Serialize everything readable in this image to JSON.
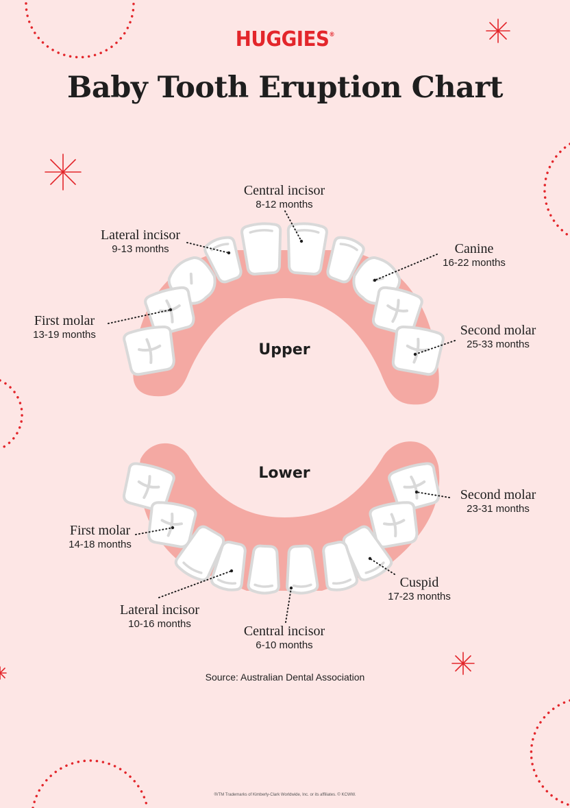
{
  "brand": {
    "name": "HUGGIES",
    "mark": "®"
  },
  "title": "Baby Tooth Eruption Chart",
  "upper": {
    "label": "Upper",
    "teeth": [
      {
        "name": "Central incisor",
        "months": "8-12 months"
      },
      {
        "name": "Lateral incisor",
        "months": "9-13 months"
      },
      {
        "name": "Canine",
        "months": "16-22 months"
      },
      {
        "name": "First molar",
        "months": "13-19 months"
      },
      {
        "name": "Second molar",
        "months": "25-33 months"
      }
    ]
  },
  "lower": {
    "label": "Lower",
    "teeth": [
      {
        "name": "Second molar",
        "months": "23-31 months"
      },
      {
        "name": "First molar",
        "months": "14-18 months"
      },
      {
        "name": "Cuspid",
        "months": "17-23 months"
      },
      {
        "name": "Lateral incisor",
        "months": "10-16 months"
      },
      {
        "name": "Central incisor",
        "months": "6-10 months"
      }
    ]
  },
  "source": "Source: Australian Dental Association",
  "footnote": "®/TM Trademarks of Kimberly-Clark Worldwide, Inc. or its affiliates. © KCWW.",
  "colors": {
    "background": "#fde6e5",
    "gum": "#f4a9a3",
    "tooth_fill": "#ffffff",
    "tooth_outline": "#d9d9d9",
    "accent": "#e3262b",
    "text": "#1e1e1e"
  }
}
